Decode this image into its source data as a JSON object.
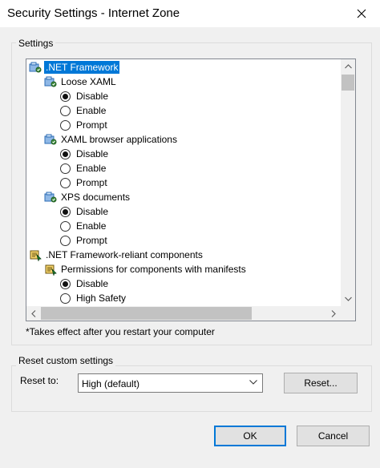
{
  "window": {
    "title": "Security Settings - Internet Zone"
  },
  "settings_group": {
    "label": "Settings"
  },
  "tree": [
    {
      "level": 0,
      "kind": "folder",
      "label": ".NET Framework",
      "selected": true
    },
    {
      "level": 1,
      "kind": "folder",
      "label": "Loose XAML"
    },
    {
      "level": 2,
      "kind": "radio",
      "label": "Disable",
      "checked": true
    },
    {
      "level": 2,
      "kind": "radio",
      "label": "Enable",
      "checked": false
    },
    {
      "level": 2,
      "kind": "radio",
      "label": "Prompt",
      "checked": false
    },
    {
      "level": 1,
      "kind": "folder",
      "label": "XAML browser applications"
    },
    {
      "level": 2,
      "kind": "radio",
      "label": "Disable",
      "checked": true
    },
    {
      "level": 2,
      "kind": "radio",
      "label": "Enable",
      "checked": false
    },
    {
      "level": 2,
      "kind": "radio",
      "label": "Prompt",
      "checked": false
    },
    {
      "level": 1,
      "kind": "folder",
      "label": "XPS documents"
    },
    {
      "level": 2,
      "kind": "radio",
      "label": "Disable",
      "checked": true
    },
    {
      "level": 2,
      "kind": "radio",
      "label": "Enable",
      "checked": false
    },
    {
      "level": 2,
      "kind": "radio",
      "label": "Prompt",
      "checked": false
    },
    {
      "level": 0,
      "kind": "component",
      "label": ".NET Framework-reliant components"
    },
    {
      "level": 1,
      "kind": "component",
      "label": "Permissions for components with manifests"
    },
    {
      "level": 2,
      "kind": "radio",
      "label": "Disable",
      "checked": true
    },
    {
      "level": 2,
      "kind": "radio",
      "label": "High Safety",
      "checked": false
    }
  ],
  "note": "*Takes effect after you restart your computer",
  "reset_group": {
    "label": "Reset custom settings",
    "reset_to_label": "Reset to:",
    "selected_value": "High (default)",
    "reset_button": "Reset..."
  },
  "buttons": {
    "ok": "OK",
    "cancel": "Cancel"
  },
  "colors": {
    "selection": "#0078d7",
    "dialog_bg": "#f0f0f0"
  }
}
